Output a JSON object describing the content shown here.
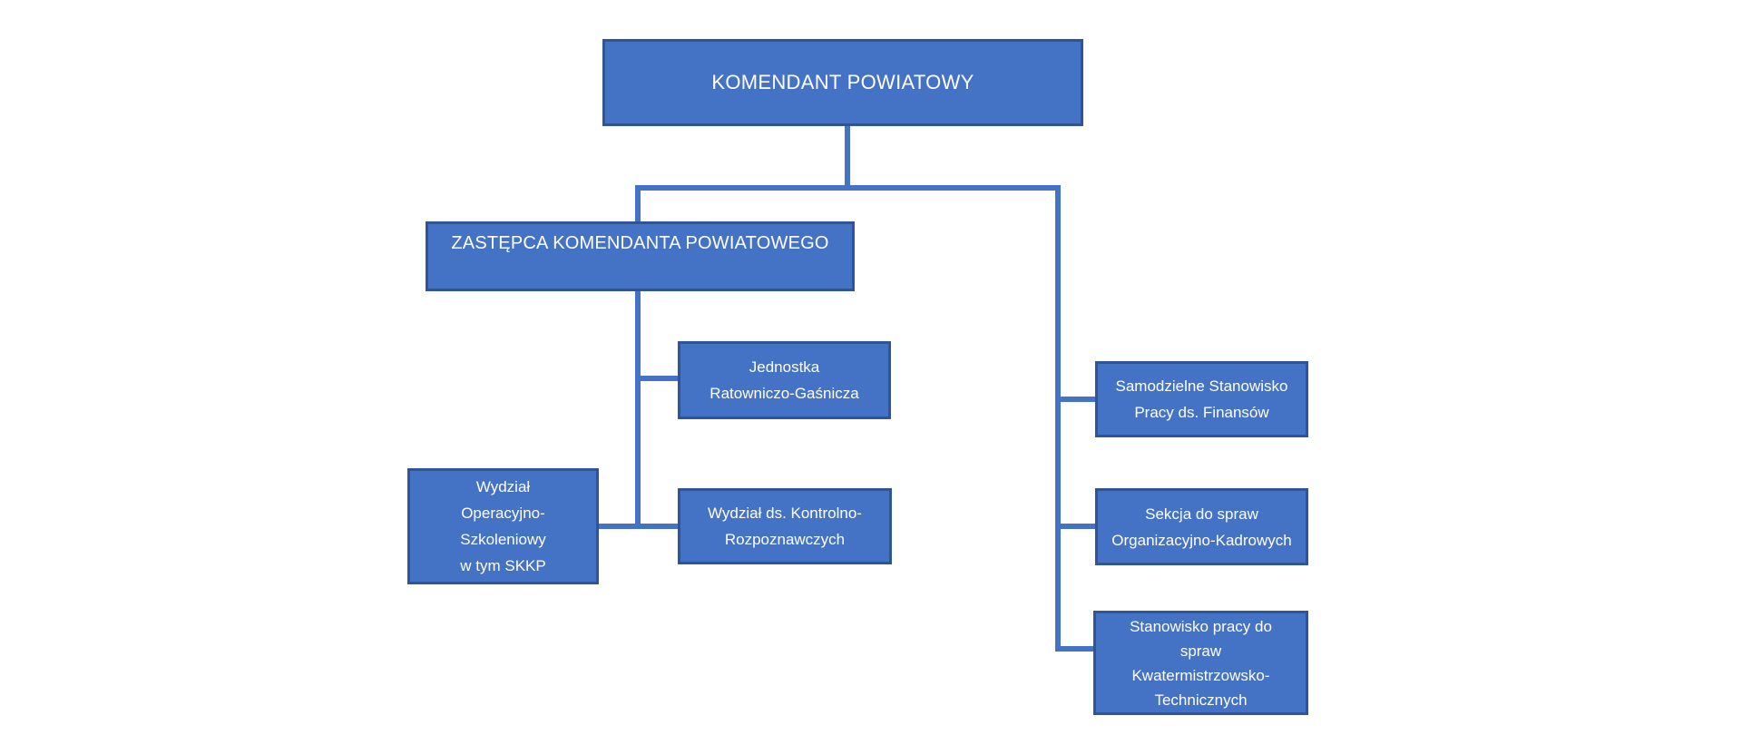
{
  "colors": {
    "background": "#FFFFFF",
    "box_fill": "#4472C4",
    "box_border": "#2F5597",
    "connector": "#4472C4",
    "text": "#FFFFFF"
  },
  "org_chart": {
    "type": "org-chart",
    "language": "pl",
    "nodes": {
      "komendant": {
        "label": "KOMENDANT POWIATOWY",
        "lines": [
          "KOMENDANT POWIATOWY"
        ]
      },
      "zastepca": {
        "label": "ZASTĘPCA KOMENDANTA POWIATOWEGO",
        "lines": [
          "ZASTĘPCA KOMENDANTA POWIATOWEGO"
        ]
      },
      "jednostka": {
        "label": "Jednostka Ratowniczo-Gaśnicza",
        "lines": [
          "Jednostka",
          "Ratowniczo-Gaśnicza"
        ]
      },
      "wydzial_operacyjno": {
        "label": "Wydział Operacyjno-Szkoleniowy w tym SKKP",
        "lines": [
          "Wydział",
          "Operacyjno-",
          "Szkoleniowy",
          "w tym SKKP"
        ]
      },
      "wydzial_kontrolno": {
        "label": "Wydział ds. Kontrolno-Rozpoznawczych",
        "lines": [
          "Wydział ds. Kontrolno-",
          "Rozpoznawczych"
        ]
      },
      "finanse": {
        "label": "Samodzielne Stanowisko Pracy ds. Finansów",
        "lines": [
          "Samodzielne Stanowisko",
          "Pracy ds. Finansów"
        ]
      },
      "sekcja": {
        "label": "Sekcja do spraw Organizacyjno-Kadrowych",
        "lines": [
          "Sekcja do spraw",
          "Organizacyjno-Kadrowych"
        ]
      },
      "kwatermistrz": {
        "label": "Stanowisko pracy do spraw Kwatermistrzowsko-Technicznych",
        "lines": [
          "Stanowisko pracy do",
          "spraw",
          "Kwatermistrzowsko-",
          "Technicznych"
        ]
      }
    },
    "edges": [
      {
        "from": "komendant",
        "to": "zastepca"
      },
      {
        "from": "komendant",
        "to": "finanse"
      },
      {
        "from": "komendant",
        "to": "sekcja"
      },
      {
        "from": "komendant",
        "to": "kwatermistrz"
      },
      {
        "from": "zastepca",
        "to": "jednostka"
      },
      {
        "from": "zastepca",
        "to": "wydzial_operacyjno"
      },
      {
        "from": "zastepca",
        "to": "wydzial_kontrolno"
      }
    ]
  }
}
